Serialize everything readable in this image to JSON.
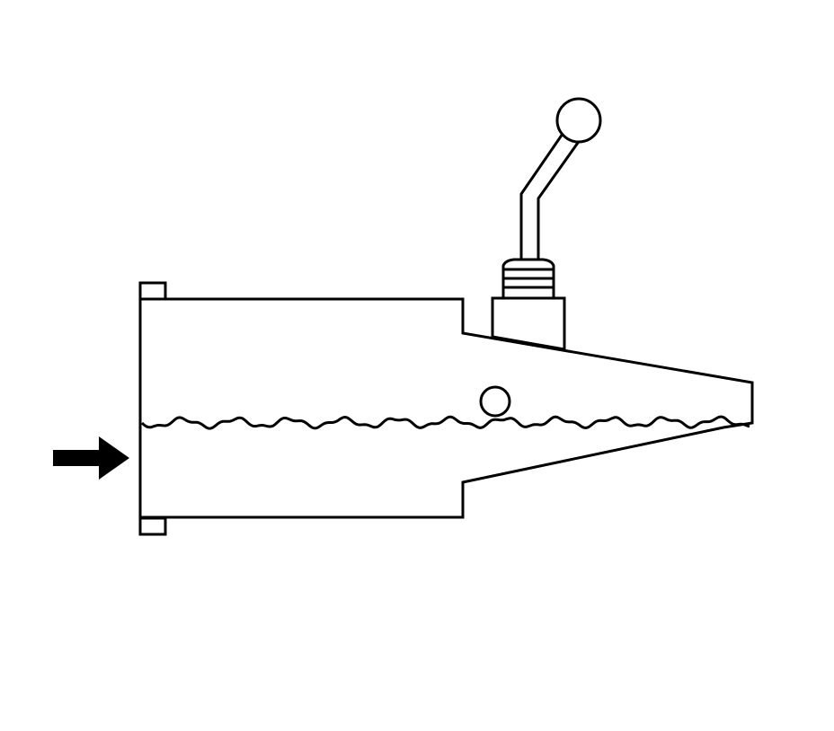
{
  "diagram": {
    "background_color": "#ffffff",
    "line_color": "#000000",
    "arrow_color": "#000000",
    "components": [
      "tool-body",
      "tapered-nose",
      "rear-flange",
      "serrated-split-line",
      "pivot-pin",
      "lever-boss",
      "threaded-collar",
      "lever-handle",
      "lever-knob",
      "direction-arrow"
    ]
  }
}
